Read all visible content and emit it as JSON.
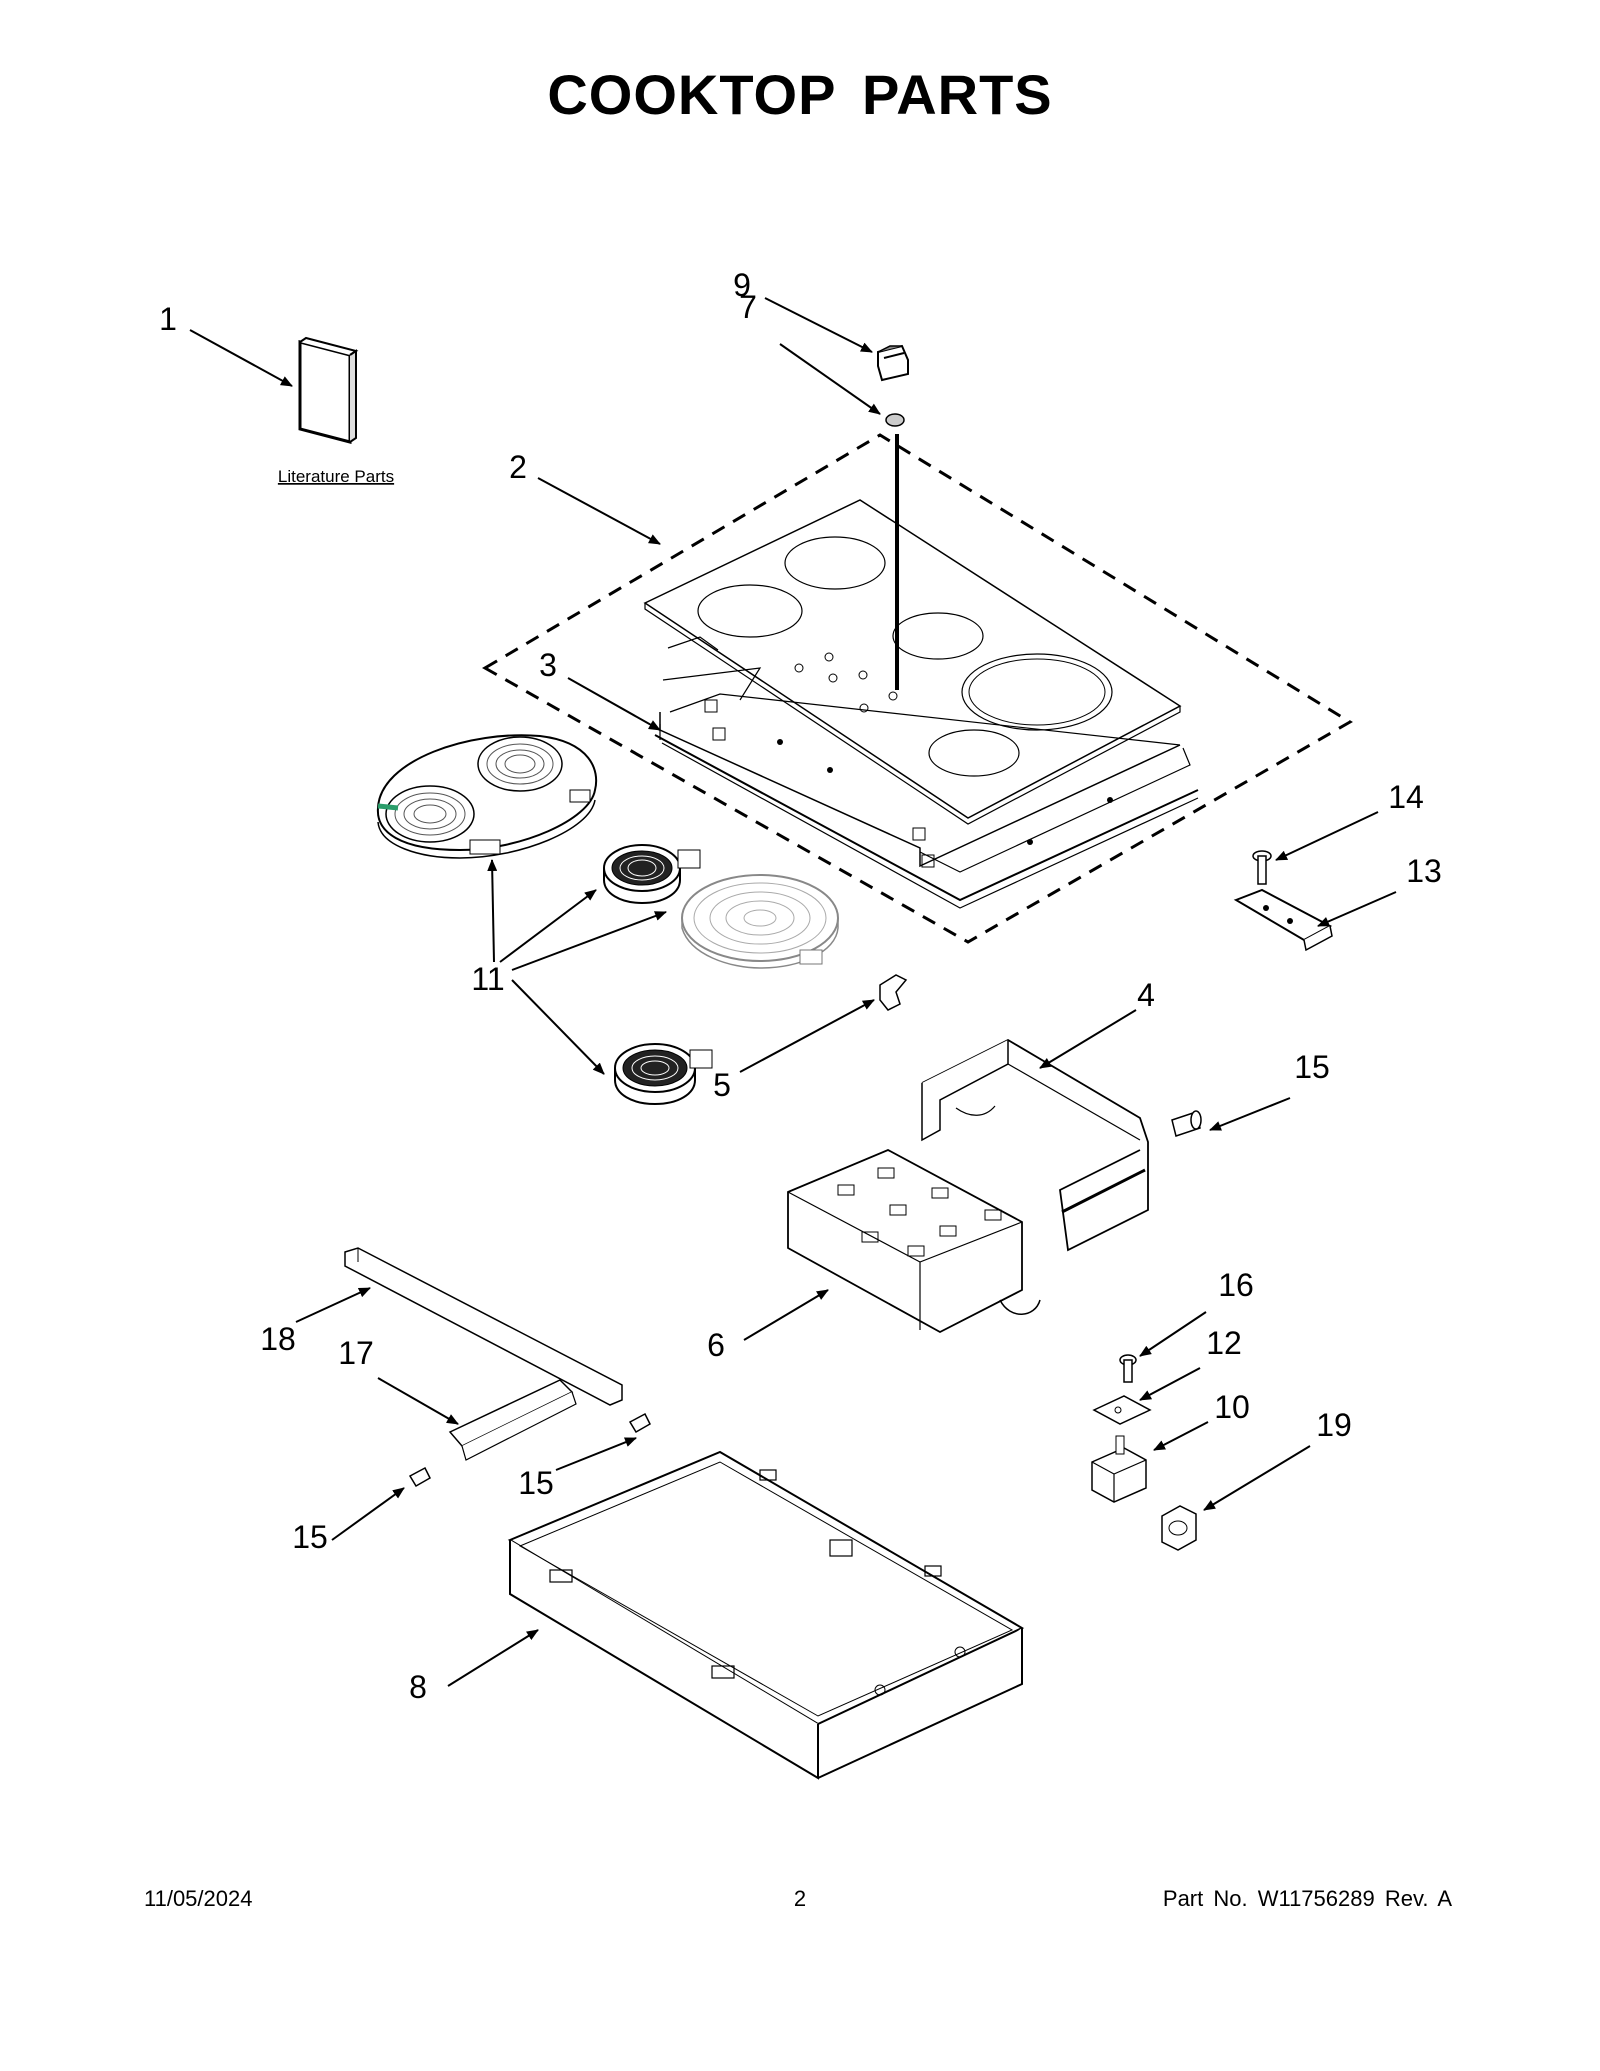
{
  "title": "COOKTOP PARTS",
  "literature_label": "Literature Parts",
  "callouts": {
    "c1": "1",
    "c2": "2",
    "c3": "3",
    "c4": "4",
    "c5": "5",
    "c6": "6",
    "c7": "7",
    "c8": "8",
    "c9": "9",
    "c10": "10",
    "c11": "11",
    "c12": "12",
    "c13": "13",
    "c14": "14",
    "c15a": "15",
    "c15b": "15",
    "c15c": "15",
    "c16": "16",
    "c17": "17",
    "c18": "18",
    "c19": "19"
  },
  "footer": {
    "date": "11/05/2024",
    "page": "2",
    "part_no": "Part No.  W11756289  Rev.  A"
  }
}
